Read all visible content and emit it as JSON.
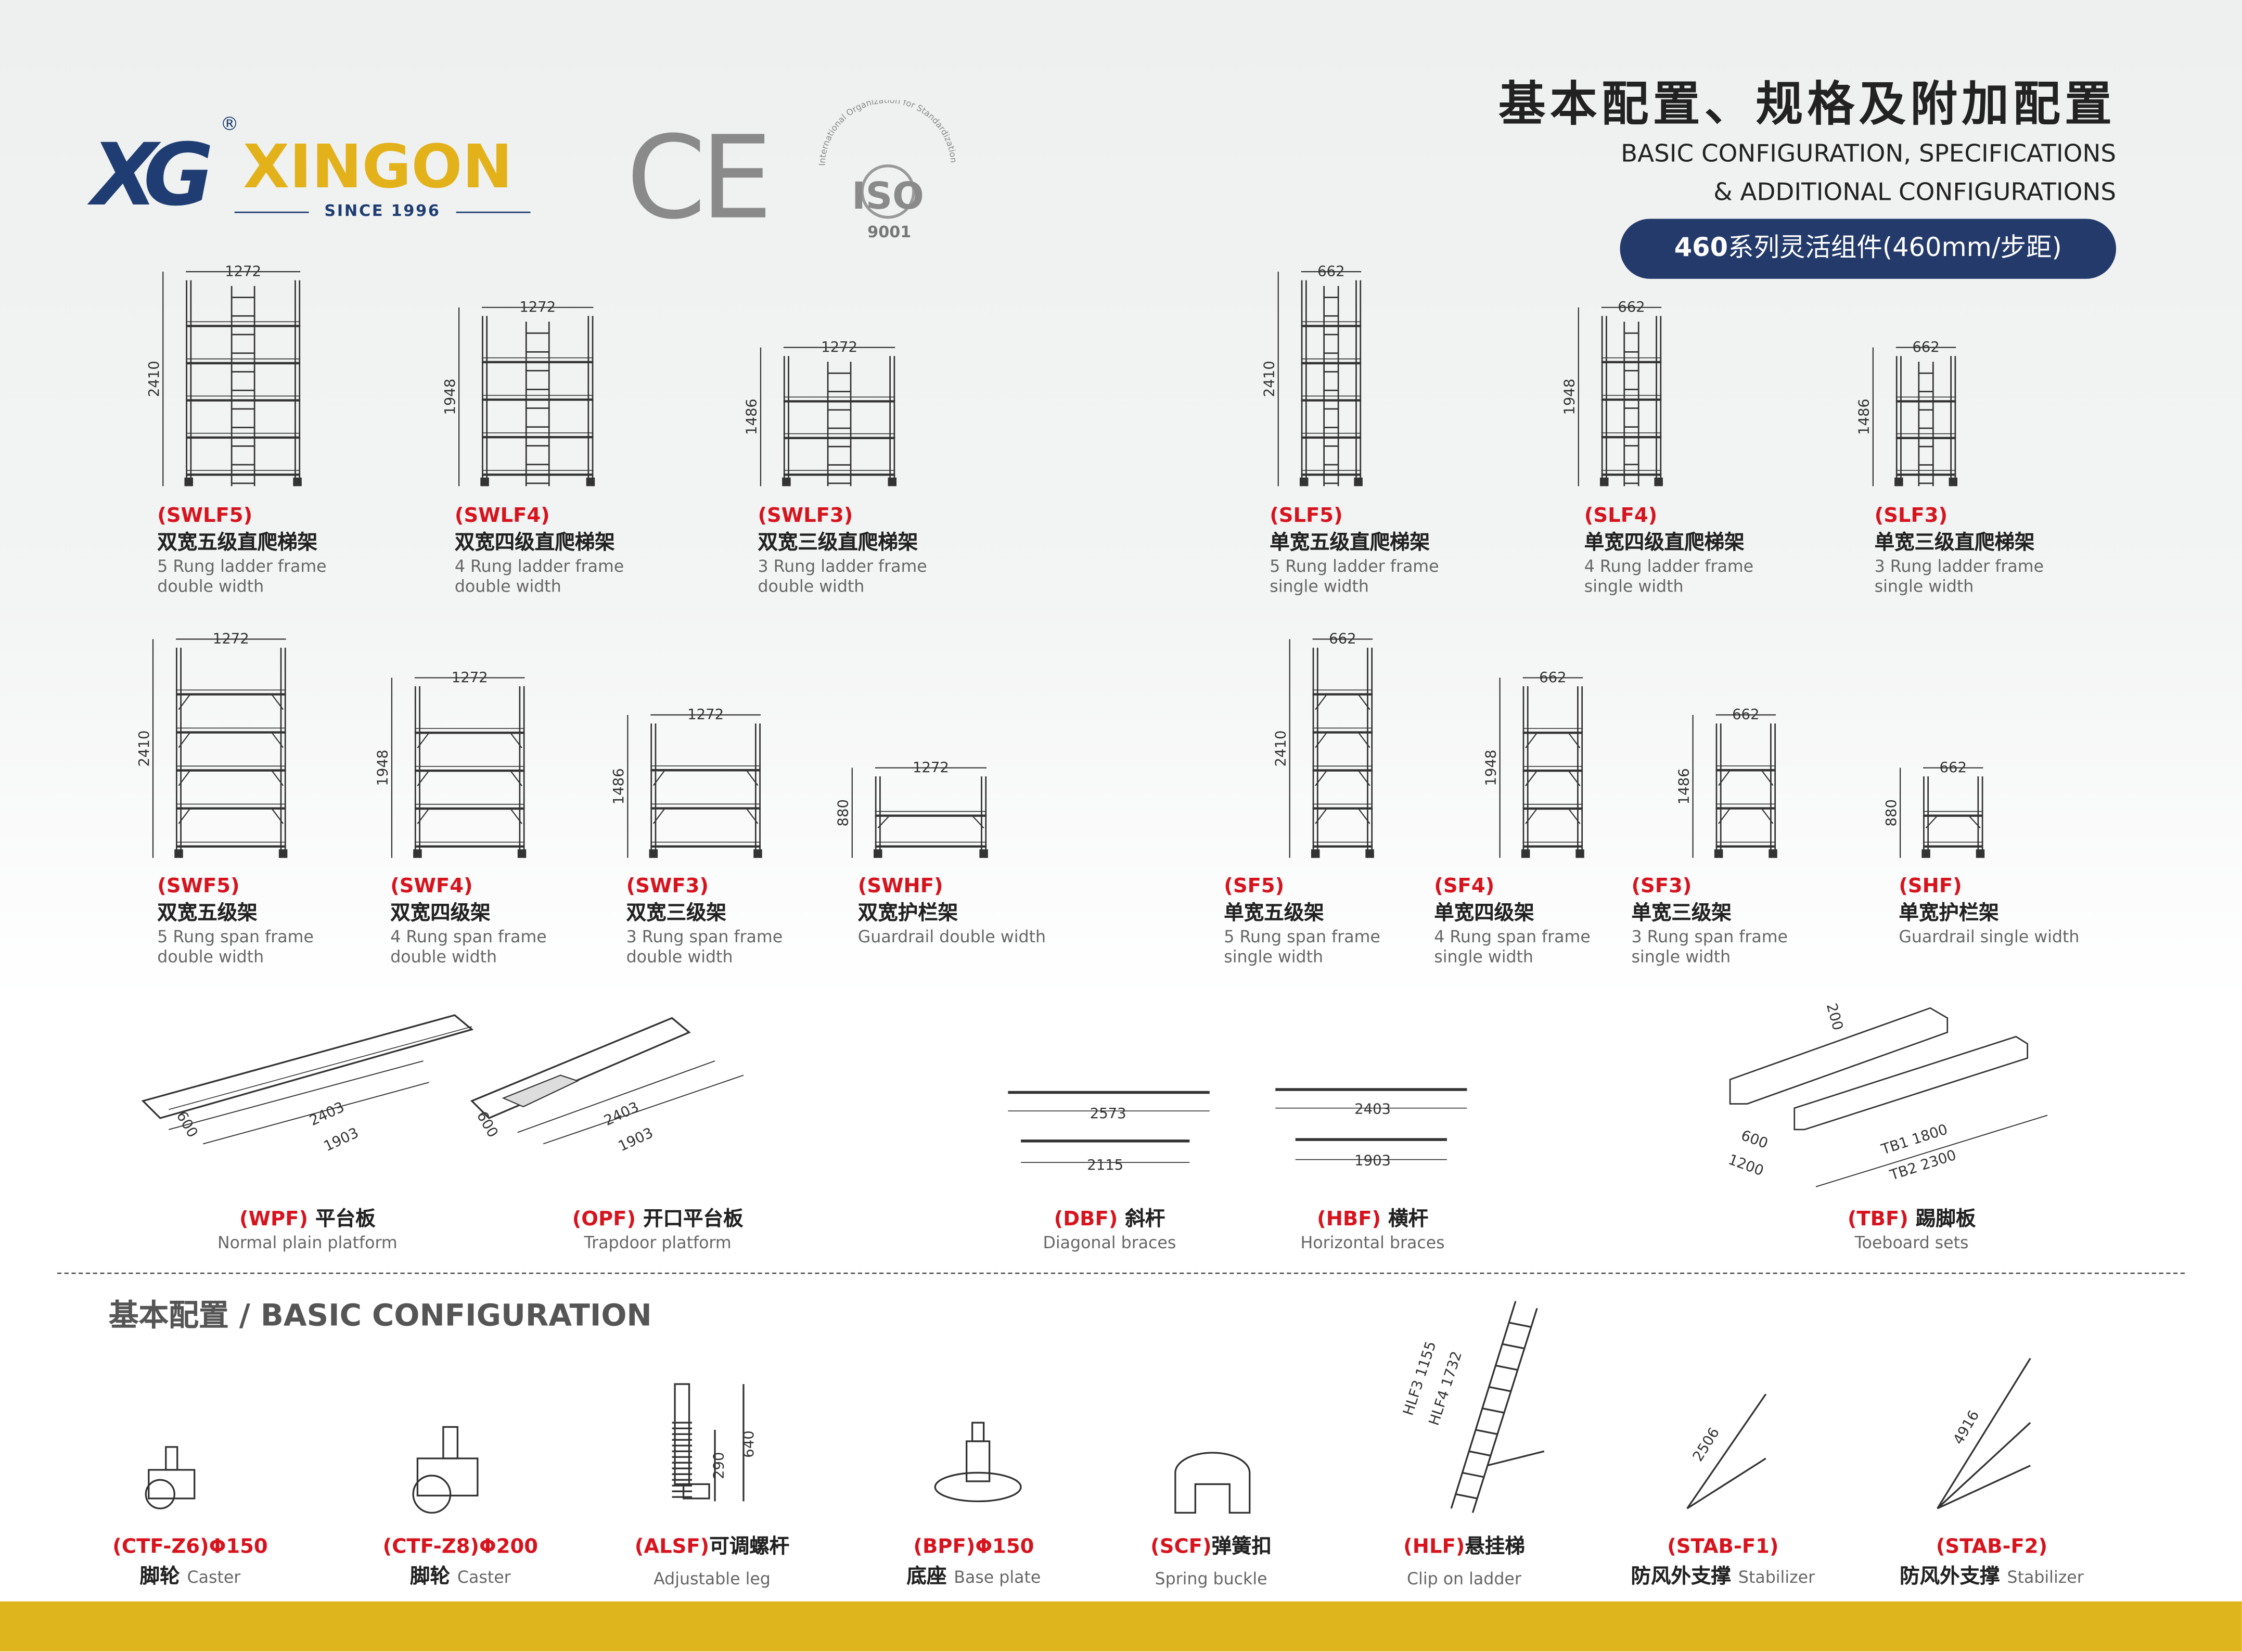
{
  "brand": {
    "mark": "XG",
    "name": "XINGON",
    "registered": "®",
    "since": "SINCE 1996",
    "ce": "CE",
    "iso": {
      "label": "ISO",
      "ring_text": "International Organization for Standardization",
      "number": "9001"
    }
  },
  "header": {
    "title_cn": "基本配置、规格及附加配置",
    "title_en_1": "BASIC CONFIGURATION, SPECIFICATIONS",
    "title_en_2": "& ADDITIONAL CONFIGURATIONS",
    "series_bold": "460",
    "series_rest": "系列灵活组件(460mm/步距)"
  },
  "ladder_frames": [
    {
      "code": "(SWLF5)",
      "cn": "双宽五级直爬梯架",
      "en1": "5 Rung ladder frame",
      "en2": "double width",
      "width": "1272",
      "height": "2410",
      "rungs": 5
    },
    {
      "code": "(SWLF4)",
      "cn": "双宽四级直爬梯架",
      "en1": "4 Rung ladder frame",
      "en2": "double width",
      "width": "1272",
      "height": "1948",
      "rungs": 4
    },
    {
      "code": "(SWLF3)",
      "cn": "双宽三级直爬梯架",
      "en1": "3 Rung ladder frame",
      "en2": "double width",
      "width": "1272",
      "height": "1486",
      "rungs": 3
    },
    {
      "code": "(SLF5)",
      "cn": "单宽五级直爬梯架",
      "en1": "5 Rung ladder frame",
      "en2": "single width",
      "width": "662",
      "height": "2410",
      "rungs": 5
    },
    {
      "code": "(SLF4)",
      "cn": "单宽四级直爬梯架",
      "en1": "4 Rung ladder frame",
      "en2": "single width",
      "width": "662",
      "height": "1948",
      "rungs": 4
    },
    {
      "code": "(SLF3)",
      "cn": "单宽三级直爬梯架",
      "en1": "3 Rung ladder frame",
      "en2": "single width",
      "width": "662",
      "height": "1486",
      "rungs": 3
    }
  ],
  "span_frames": [
    {
      "code": "(SWF5)",
      "cn": "双宽五级架",
      "en1": "5 Rung span frame",
      "en2": "double width",
      "width": "1272",
      "height": "2410",
      "rungs": 5
    },
    {
      "code": "(SWF4)",
      "cn": "双宽四级架",
      "en1": "4 Rung span frame",
      "en2": "double width",
      "width": "1272",
      "height": "1948",
      "rungs": 4
    },
    {
      "code": "(SWF3)",
      "cn": "双宽三级架",
      "en1": "3 Rung span frame",
      "en2": "double width",
      "width": "1272",
      "height": "1486",
      "rungs": 3
    },
    {
      "code": "(SWHF)",
      "cn": "双宽护栏架",
      "en1": "Guardrail double width",
      "en2": "",
      "width": "1272",
      "height": "880",
      "rungs": 2
    },
    {
      "code": "(SF5)",
      "cn": "单宽五级架",
      "en1": "5 Rung span frame",
      "en2": "single width",
      "width": "662",
      "height": "2410",
      "rungs": 5
    },
    {
      "code": "(SF4)",
      "cn": "单宽四级架",
      "en1": "4 Rung span frame",
      "en2": "single width",
      "width": "662",
      "height": "1948",
      "rungs": 4
    },
    {
      "code": "(SF3)",
      "cn": "单宽三级架",
      "en1": "3 Rung span frame",
      "en2": "single width",
      "width": "662",
      "height": "1486",
      "rungs": 3
    },
    {
      "code": "(SHF)",
      "cn": "单宽护栏架",
      "en1": "Guardrail single width",
      "en2": "",
      "width": "662",
      "height": "880",
      "rungs": 2
    }
  ],
  "accessories": [
    {
      "code": "(WPF)",
      "cn": "平台板",
      "en": "Normal plain platform",
      "dims": [
        "600",
        "2403",
        "1903"
      ]
    },
    {
      "code": "(OPF)",
      "cn": "开口平台板",
      "en": "Trapdoor platform",
      "dims": [
        "600",
        "2403",
        "1903"
      ]
    },
    {
      "code": "(DBF)",
      "cn": "斜杆",
      "en": "Diagonal braces",
      "dims": [
        "2573",
        "2115"
      ]
    },
    {
      "code": "(HBF)",
      "cn": "横杆",
      "en": "Horizontal braces",
      "dims": [
        "2403",
        "1903"
      ]
    },
    {
      "code": "(TBF)",
      "cn": "踢脚板",
      "en": "Toeboard sets",
      "dims": [
        "200",
        "600",
        "1200",
        "TB1  1800",
        "TB2  2300"
      ]
    }
  ],
  "basic_section_title": "基本配置 / BASIC CONFIGURATION",
  "basic": [
    {
      "code": "(CTF-Z6)",
      "spec": "Φ150",
      "cn": "脚轮",
      "en": "Caster",
      "dims": []
    },
    {
      "code": "(CTF-Z8)",
      "spec": "Φ200",
      "cn": "脚轮",
      "en": "Caster",
      "dims": []
    },
    {
      "code": "(ALSF)",
      "spec": "可调螺杆",
      "cn": "",
      "en": "Adjustable leg",
      "dims": [
        "290",
        "640"
      ]
    },
    {
      "code": "(BPF)",
      "spec": "Φ150",
      "cn": "底座",
      "en": "Base plate",
      "dims": []
    },
    {
      "code": "(SCF)",
      "spec": "弹簧扣",
      "cn": "",
      "en": "Spring buckle",
      "dims": []
    },
    {
      "code": "(HLF)",
      "spec": "悬挂梯",
      "cn": "",
      "en": "Clip on ladder",
      "dims": [
        "HLF3  1155",
        "HLF4  1732"
      ]
    },
    {
      "code": "(STAB-F1)",
      "spec": "",
      "cn": "防风外支撑",
      "en": "Stabilizer",
      "dims": [
        "2506"
      ]
    },
    {
      "code": "(STAB-F2)",
      "spec": "",
      "cn": "防风外支撑",
      "en": "Stabilizer",
      "dims": [
        "4916"
      ]
    }
  ],
  "colors": {
    "navy": "#233a6b",
    "gold": "#dfb51d",
    "red": "#d7141e"
  }
}
